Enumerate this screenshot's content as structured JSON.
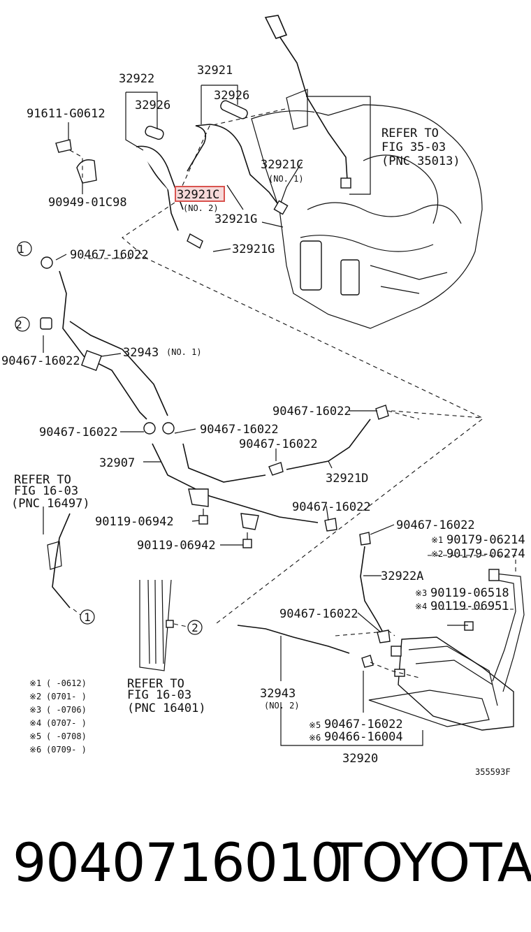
{
  "diagram": {
    "labels": {
      "p32922": "32922",
      "p32921": "32921",
      "p32926a": "32926",
      "p32926b": "32926",
      "p91611": "91611-G0612",
      "p90949": "90949-01C98",
      "p32921C_1": "32921C",
      "no1_a": "(NO. 1)",
      "p32921C_2": "32921C",
      "no2_a": "(NO. 2)",
      "p32921G_1": "32921G",
      "p32921G_2": "32921G",
      "refer1_l1": "REFER TO",
      "refer1_l2": "FIG 35-03",
      "refer1_l3": "(PNC 35013)",
      "p90467_a": "90467-16022",
      "p90467_b": "90467-16022",
      "p32943_1": "32943",
      "no1_b": "(NO. 1)",
      "p90467_c": "90467-16022",
      "p90467_d": "90467-16022",
      "p90467_e": "90467-16022",
      "p90467_f": "90467-16022",
      "p32907": "32907",
      "p32921D": "32921D",
      "refer2_l1": "REFER TO",
      "refer2_l2": "FIG 16-03",
      "refer2_l3": "(PNC 16497)",
      "p90119_a": "90119-06942",
      "p90119_b": "90119-06942",
      "p90467_g": "90467-16022",
      "p90467_h": "90467-16022",
      "x1_part": "90179-06214",
      "x2_part": "90179-06274",
      "p32922A": "32922A",
      "x3_part": "90119-06518",
      "x4_part": "90119-06951",
      "p90467_i": "90467-16022",
      "p32943_2": "32943",
      "no2_b": "(NO. 2)",
      "x5_part": "90467-16022",
      "x6_part": "90466-16004",
      "p32920": "32920",
      "refer3_l1": "REFER TO",
      "refer3_l2": "FIG 16-03",
      "refer3_l3": "(PNC 16401)",
      "circle1": "1",
      "circle2": "2",
      "fig_code": "355593F"
    },
    "footnotes": [
      {
        "mark": "※1",
        "range": "(     -0612)"
      },
      {
        "mark": "※2",
        "range": "(0701-     )"
      },
      {
        "mark": "※3",
        "range": "(     -0706)"
      },
      {
        "mark": "※4",
        "range": "(0707-     )"
      },
      {
        "mark": "※5",
        "range": "(     -0708)"
      },
      {
        "mark": "※6",
        "range": "(0709-     )"
      }
    ],
    "marks": {
      "x1": "※1",
      "x2": "※2",
      "x3": "※3",
      "x4": "※4",
      "x5": "※5",
      "x6": "※6"
    },
    "highlight_color": "#d9534f"
  },
  "footer": {
    "part_number": "9040716010",
    "brand": "TOYOTA"
  }
}
